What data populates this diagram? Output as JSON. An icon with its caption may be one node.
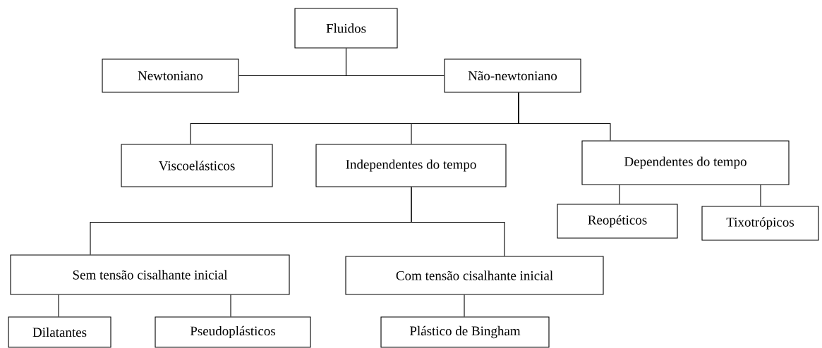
{
  "diagram": {
    "nodes": [
      {
        "text": [
          "Fluidos"
        ]
      },
      {
        "text": [
          "Newtoniano"
        ]
      },
      {
        "text": [
          "Não-newtoniano"
        ]
      },
      {
        "text": [
          "Viscoelásticos"
        ]
      },
      {
        "text": [
          "Independentes do tempo"
        ]
      },
      {
        "text": [
          "Dependentes do tempo"
        ]
      },
      {
        "text": [
          "Reopéticos"
        ]
      },
      {
        "text": [
          "Tixotrópicos"
        ]
      },
      {
        "text": [
          "Sem tensão cisalhante inicial"
        ]
      },
      {
        "text": [
          "Com tensão cisalhante inicial"
        ]
      },
      {
        "text": [
          "Dilatantes"
        ]
      },
      {
        "text": [
          "Pseudoplásticos"
        ]
      },
      {
        "text": [
          "Plástico de Bingham"
        ]
      }
    ],
    "edges": [
      {
        "from": 0,
        "to": 1,
        "arrow": "none"
      },
      {
        "from": 0,
        "to": 2,
        "arrow": "none"
      },
      {
        "from": 2,
        "to": 3,
        "arrow": "none"
      },
      {
        "from": 2,
        "to": 4,
        "arrow": "none"
      },
      {
        "from": 2,
        "to": 5,
        "arrow": "none"
      },
      {
        "from": 5,
        "to": 6,
        "arrow": "none"
      },
      {
        "from": 5,
        "to": 7,
        "arrow": "none"
      },
      {
        "from": 4,
        "to": 8,
        "arrow": "none"
      },
      {
        "from": 4,
        "to": 9,
        "arrow": "none"
      },
      {
        "from": 8,
        "to": 10,
        "arrow": "none"
      },
      {
        "from": 8,
        "to": 11,
        "arrow": "none"
      },
      {
        "from": 9,
        "to": 12,
        "arrow": "none"
      }
    ]
  }
}
